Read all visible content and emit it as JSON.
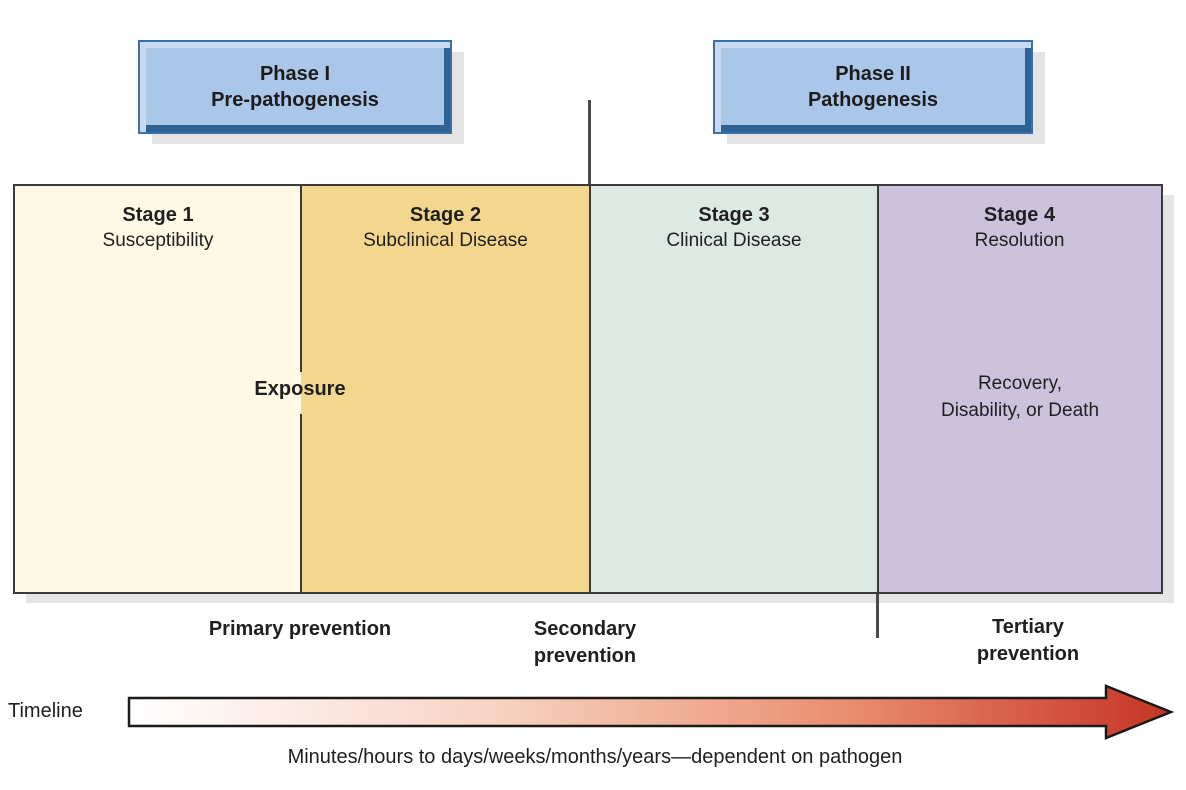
{
  "diagram": {
    "phases": [
      {
        "title": "Phase I",
        "subtitle": "Pre-pathogenesis"
      },
      {
        "title": "Phase II",
        "subtitle": "Pathogenesis"
      }
    ],
    "stages": [
      {
        "title": "Stage 1",
        "subtitle": "Susceptibility",
        "color": "#FDF9E4"
      },
      {
        "title": "Stage 2",
        "subtitle": "Subclinical Disease",
        "color": "#F4D78E"
      },
      {
        "title": "Stage 3",
        "subtitle": "Clinical Disease",
        "color": "#DDE9E3"
      },
      {
        "title": "Stage 4",
        "subtitle": "Resolution",
        "color": "#CCC2DE"
      }
    ],
    "annotations": {
      "exposure": "Exposure",
      "outcome_line1": "Recovery,",
      "outcome_line2": "Disability, or Death"
    },
    "preventions": [
      {
        "line1": "Primary prevention",
        "line2": ""
      },
      {
        "line1": "Secondary",
        "line2": "prevention"
      },
      {
        "line1": "Tertiary",
        "line2": "prevention"
      }
    ],
    "timeline": {
      "label": "Timeline",
      "caption": "Minutes/hours to days/weeks/months/years—dependent on pathogen",
      "gradient": [
        "#FFFFFF",
        "#F7D3C3",
        "#EA9071",
        "#C63425"
      ]
    },
    "colors": {
      "banner_fill": "#AAC6E8",
      "banner_border": "#3A70A8",
      "box_border": "#3A3A3A",
      "arrow_outline": "#1A1A1A"
    }
  }
}
